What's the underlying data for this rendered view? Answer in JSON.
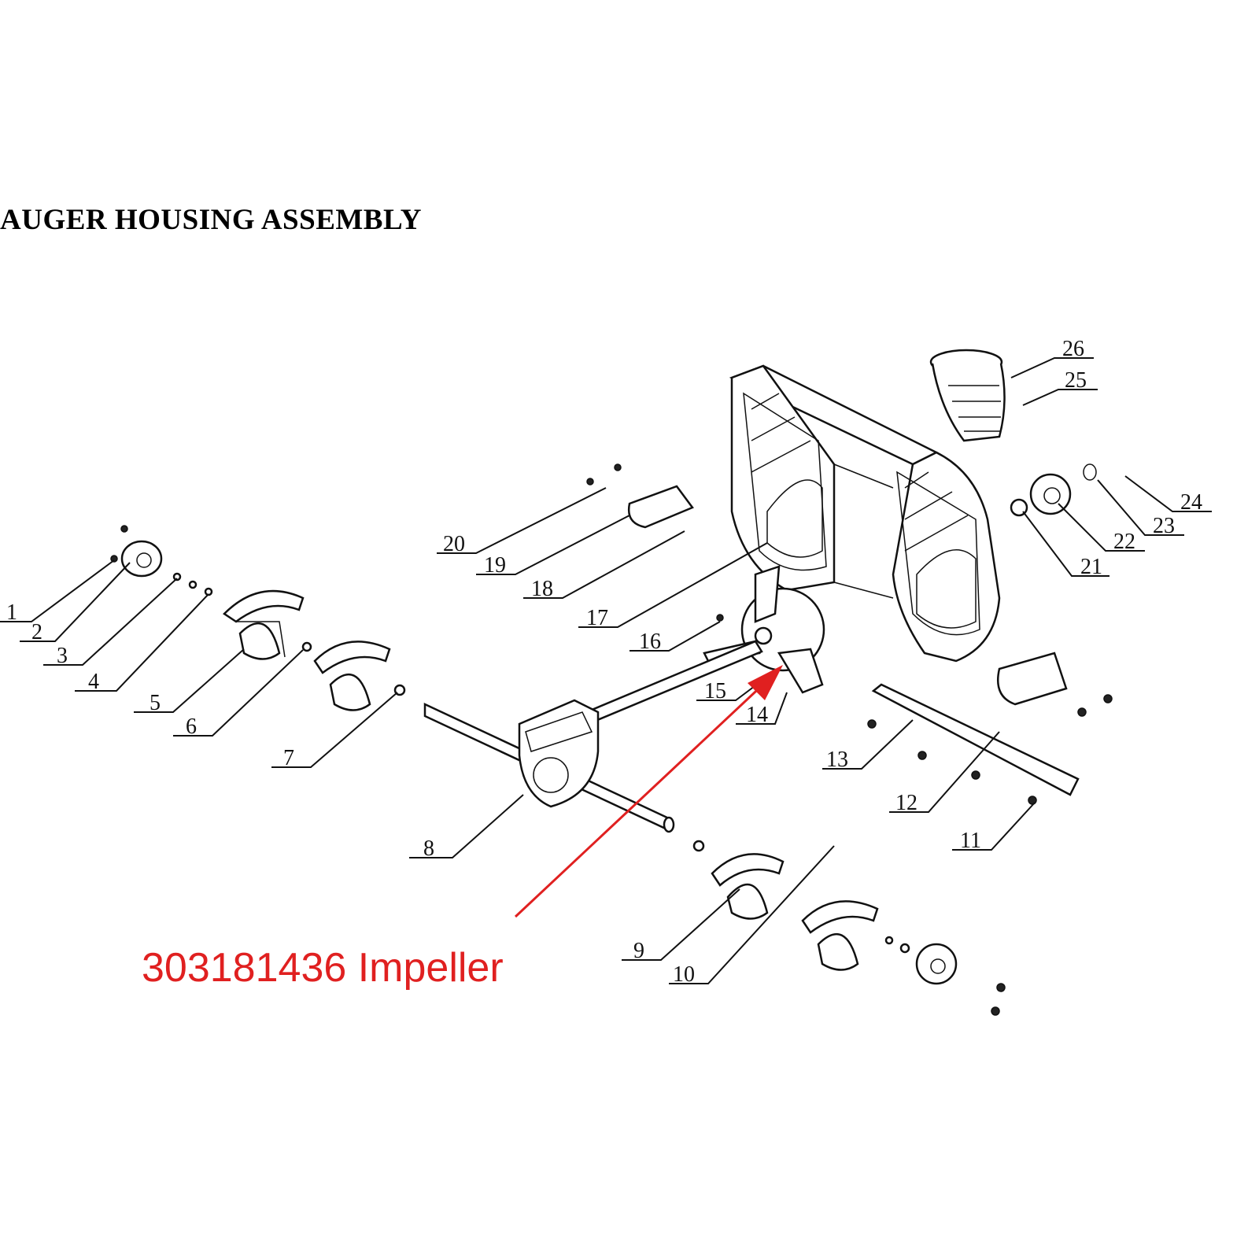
{
  "title": "AUGER HOUSING ASSEMBLY",
  "annotation": {
    "text": "303181436 Impeller",
    "color": "#e02020"
  },
  "callouts": [
    "1",
    "2",
    "3",
    "4",
    "5",
    "6",
    "7",
    "8",
    "9",
    "10",
    "11",
    "12",
    "13",
    "14",
    "15",
    "16",
    "17",
    "18",
    "19",
    "20",
    "21",
    "22",
    "23",
    "24",
    "25",
    "26"
  ]
}
